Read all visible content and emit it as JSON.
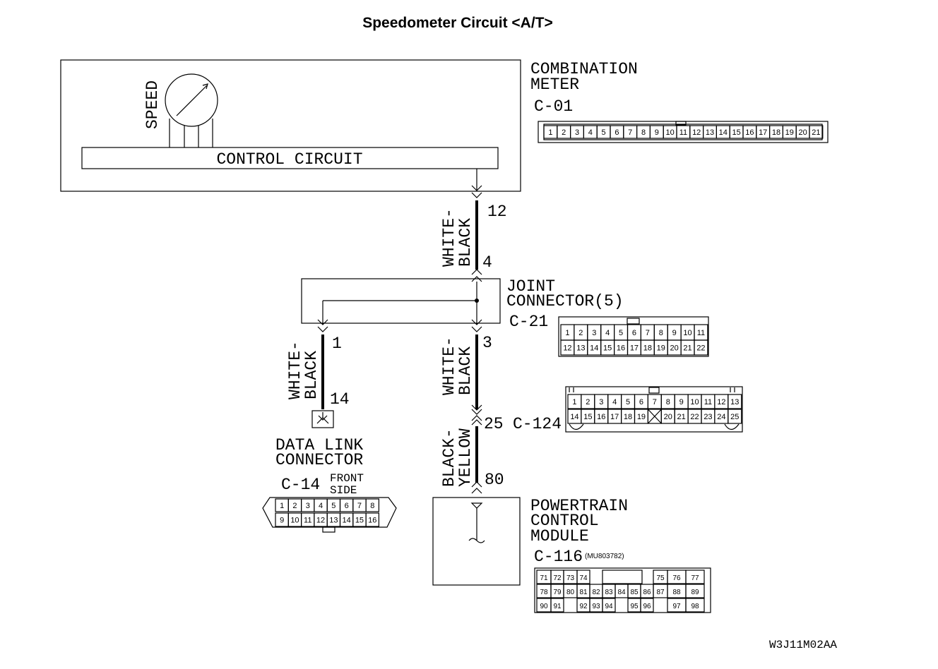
{
  "title": "Speedometer Circuit <A/T>",
  "footer_code": "W3J11M02AA",
  "combination_meter": {
    "name_line1": "COMBINATION",
    "name_line2": "METER",
    "connector_id": "C-01",
    "pins": [
      "1",
      "2",
      "3",
      "4",
      "5",
      "6",
      "7",
      "8",
      "9",
      "10",
      "11",
      "12",
      "13",
      "14",
      "15",
      "16",
      "17",
      "18",
      "19",
      "20",
      "21"
    ],
    "gauge_label": "SPEED",
    "control_label": "CONTROL CIRCUIT"
  },
  "wire_meter_joint": {
    "color_line1": "WHITE-",
    "color_line2": "BLACK",
    "pin_top": "12",
    "pin_bottom": "4"
  },
  "joint_connector": {
    "name_line1": "JOINT",
    "name_line2": "CONNECTOR(5)",
    "connector_id": "C-21",
    "pins_row1": [
      "1",
      "2",
      "3",
      "4",
      "5",
      "6",
      "7",
      "8",
      "9",
      "10",
      "11"
    ],
    "pins_row2": [
      "12",
      "13",
      "14",
      "15",
      "16",
      "17",
      "18",
      "19",
      "20",
      "21",
      "22"
    ]
  },
  "wire_joint_dlc": {
    "color_line1": "WHITE-",
    "color_line2": "BLACK",
    "pin_top": "1",
    "pin_bottom": "14"
  },
  "wire_joint_c124": {
    "color_line1": "WHITE-",
    "color_line2": "BLACK",
    "pin_top": "3"
  },
  "intermediate_connector": {
    "pin": "25",
    "connector_id": "C-124",
    "pins_row1": [
      "1",
      "2",
      "3",
      "4",
      "5",
      "6",
      "7",
      "8",
      "9",
      "10",
      "11",
      "12",
      "13"
    ],
    "pins_row2": [
      "14",
      "15",
      "16",
      "17",
      "18",
      "19",
      "",
      "20",
      "21",
      "22",
      "23",
      "24",
      "25"
    ]
  },
  "wire_c124_pcm": {
    "color_line1": "BLACK-",
    "color_line2": "YELLOW",
    "pin_bottom": "80"
  },
  "data_link_connector": {
    "name_line1": "DATA LINK",
    "name_line2": "CONNECTOR",
    "connector_id": "C-14",
    "side_line1": "FRONT",
    "side_line2": "SIDE",
    "pins_row1": [
      "1",
      "2",
      "3",
      "4",
      "5",
      "6",
      "7",
      "8"
    ],
    "pins_row2": [
      "9",
      "10",
      "11",
      "12",
      "13",
      "14",
      "15",
      "16"
    ]
  },
  "pcm": {
    "name_line1": "POWERTRAIN",
    "name_line2": "CONTROL",
    "name_line3": "MODULE",
    "connector_id": "C-116",
    "part_number": "(MU803782)",
    "pins_row1": [
      "71",
      "72",
      "73",
      "74",
      "",
      "",
      "",
      "",
      "",
      "75",
      "76",
      "77"
    ],
    "pins_row2": [
      "78",
      "79",
      "80",
      "81",
      "82",
      "83",
      "84",
      "85",
      "86",
      "87",
      "88",
      "89"
    ],
    "pins_row3": [
      "90",
      "91",
      "",
      "92",
      "93",
      "94",
      "",
      "95",
      "96",
      "",
      "97",
      "98"
    ]
  }
}
